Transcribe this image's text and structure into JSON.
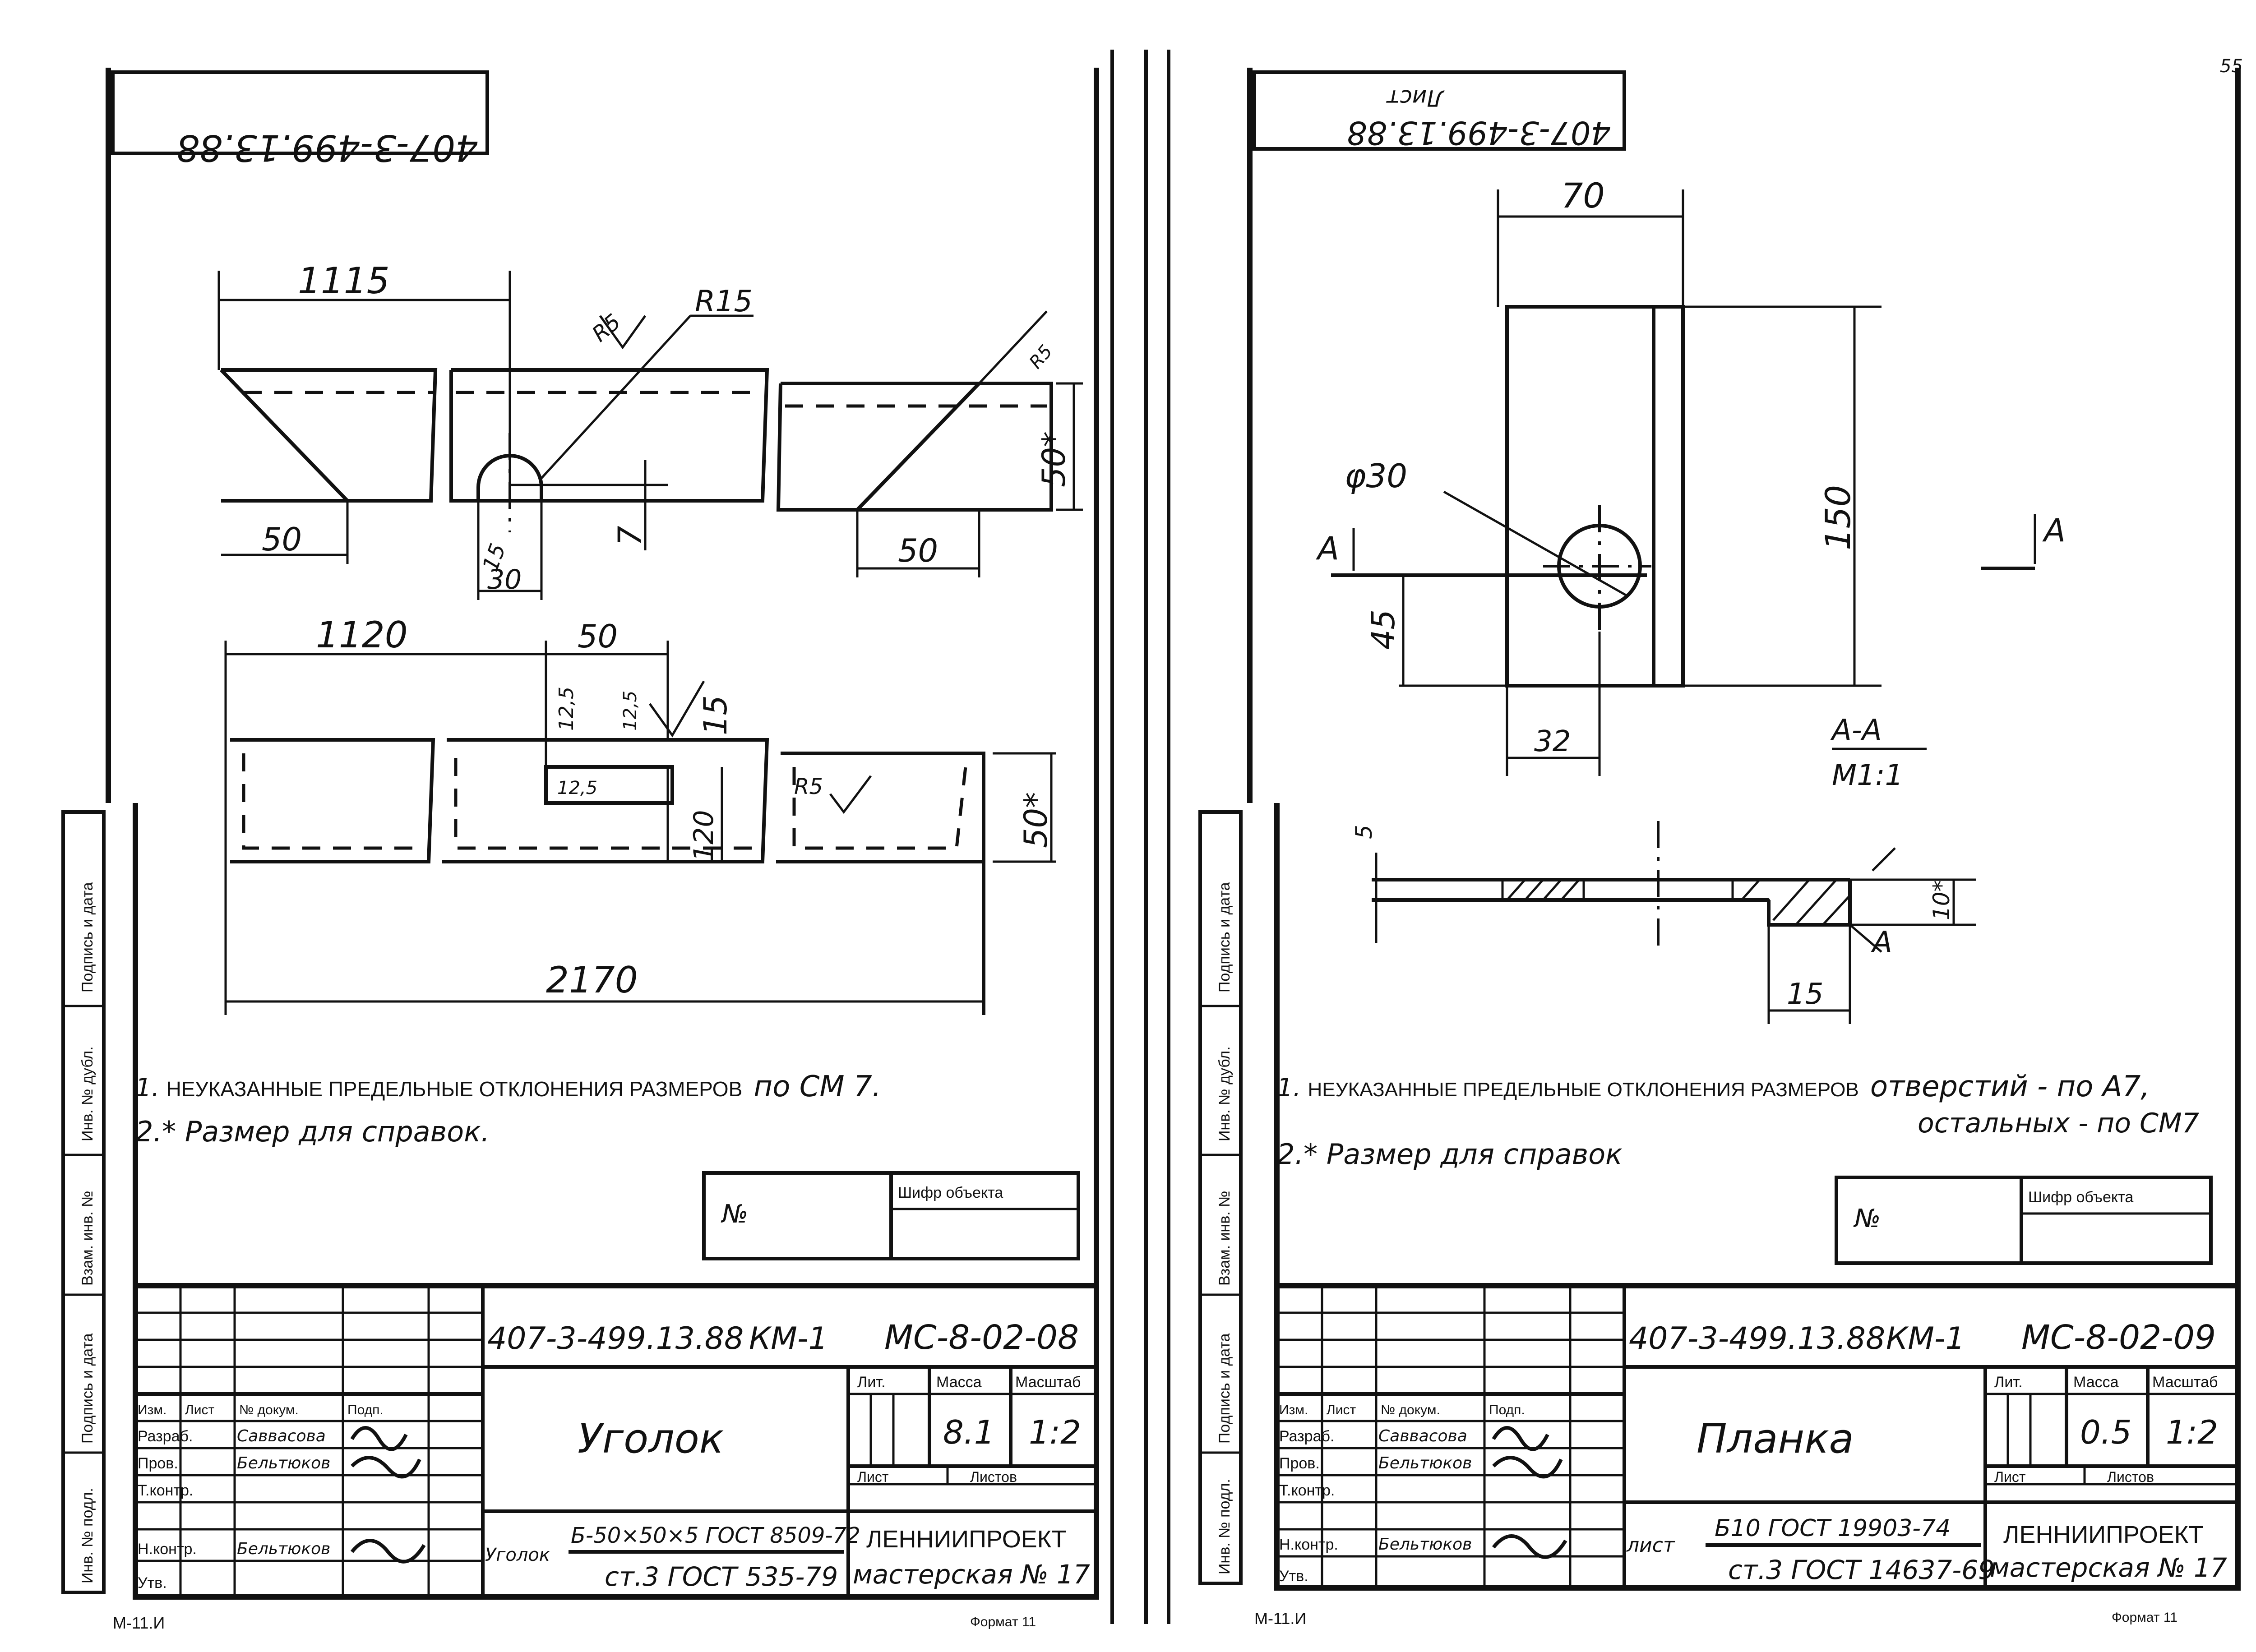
{
  "left": {
    "stamp_top": "407-3-499.13.88",
    "dimensions": {
      "d1115": "1115",
      "r15": "R15",
      "r5": "R5",
      "d50_a": "50",
      "d50_b": "50",
      "d50_star_a": "50*",
      "d15": "15",
      "d7": "7",
      "d30": "30",
      "d1120": "1120",
      "d50_c": "50",
      "d12_5_a": "12,5",
      "d12_5_b": "12,5",
      "d15_b": "15",
      "d12_5_c": "12,5",
      "d120": "120",
      "r5_b": "R5",
      "d50_star_b": "50*",
      "d2170": "2170"
    },
    "notes": {
      "n1_caps": "НЕУКАЗАННЫЕ ПРЕДЕЛЬНЫЕ ОТКЛОНЕНИЯ РАЗМЕРОВ",
      "n1_num": "1.",
      "n1_tail": "по СМ 7.",
      "n2": "2.* Размер для справок."
    },
    "object_box": {
      "no_label": "№",
      "code_label": "Шифр объекта"
    },
    "title_block": {
      "doc_code": "407-3-499.13.88",
      "stage": "КМ-1",
      "sheet_code": "МС-8-02-08",
      "part_name": "Уголок",
      "col_headers": {
        "lit": "Лит.",
        "mass": "Масса",
        "scale": "Масштаб"
      },
      "mass_value": "8.1",
      "scale_value": "1:2",
      "sheet_label": "Лист",
      "sheets_label": "Листов",
      "rows": [
        {
          "role": "Изм.",
          "name": "Лист",
          "sign": "№ докум.",
          "date": "Подп."
        },
        {
          "role": "Разраб.",
          "name": "Саввасова"
        },
        {
          "role": "Пров.",
          "name": "Бельтюков"
        },
        {
          "role": "Т.контр.",
          "name": ""
        },
        {
          "role": "",
          "name": ""
        },
        {
          "role": "Н.контр.",
          "name": "Бельтюков"
        },
        {
          "role": "Утв.",
          "name": ""
        }
      ],
      "material_prefix": "Уголок",
      "material_top": "Б-50×50×5 ГОСТ 8509-72",
      "material_bottom": "ст.3 ГОСТ 535-79",
      "org_name": "ЛЕННИИПРОЕКТ",
      "workshop": "мастерская № 17"
    },
    "side_labels": [
      "Инв. № подл.",
      "Подпись и дата",
      "Взам. инв. №",
      "Инв. № дубл.",
      "Подпись и дата"
    ],
    "footer_left": "М-11.И",
    "footer_right": "Формат 11"
  },
  "right": {
    "stamp_top": "407-3-499.13.88",
    "stamp_top2": "Лист",
    "page_number": "55",
    "dimensions": {
      "d70": "70",
      "phi30": "φ30",
      "d150": "150",
      "d45": "45",
      "d32": "32",
      "sec_a": "А",
      "sec_a2": "А",
      "section_title": "А-А",
      "section_scale": "М1:1",
      "d5": "5",
      "d10": "10*",
      "d15": "15",
      "mark_a": "А"
    },
    "notes": {
      "n1_caps": "НЕУКАЗАННЫЕ ПРЕДЕЛЬНЫЕ ОТКЛОНЕНИЯ РАЗМЕРОВ",
      "n1_num": "1.",
      "n1_tail": "отверстий - по А7,",
      "n1_line2": "остальных - по СМ7",
      "n2": "2.* Размер для справок"
    },
    "object_box": {
      "no_label": "№",
      "code_label": "Шифр объекта"
    },
    "title_block": {
      "doc_code": "407-3-499.13.88",
      "stage": "КМ-1",
      "sheet_code": "МС-8-02-09",
      "part_name": "Планка",
      "col_headers": {
        "lit": "Лит.",
        "mass": "Масса",
        "scale": "Масштаб"
      },
      "mass_value": "0.5",
      "scale_value": "1:2",
      "sheet_label": "Лист",
      "sheets_label": "Листов",
      "rows": [
        {
          "role": "Изм.",
          "name": "Лист",
          "sign": "№ докум.",
          "date": "Подп."
        },
        {
          "role": "Разраб.",
          "name": "Саввасова"
        },
        {
          "role": "Пров.",
          "name": "Бельтюков"
        },
        {
          "role": "Т.контр.",
          "name": ""
        },
        {
          "role": "",
          "name": ""
        },
        {
          "role": "Н.контр.",
          "name": "Бельтюков"
        },
        {
          "role": "Утв.",
          "name": ""
        }
      ],
      "material_prefix": "лист",
      "material_top": "Б10 ГОСТ 19903-74",
      "material_bottom": "ст.3 ГОСТ 14637-69",
      "org_name": "ЛЕННИИПРОЕКТ",
      "workshop": "мастерская № 17"
    },
    "side_labels": [
      "Инв. № подл.",
      "Подпись и дата",
      "Взам. инв. №",
      "Инв. № дубл.",
      "Подпись и дата"
    ],
    "footer_left": "М-11.И",
    "footer_right": "Формат 11"
  }
}
